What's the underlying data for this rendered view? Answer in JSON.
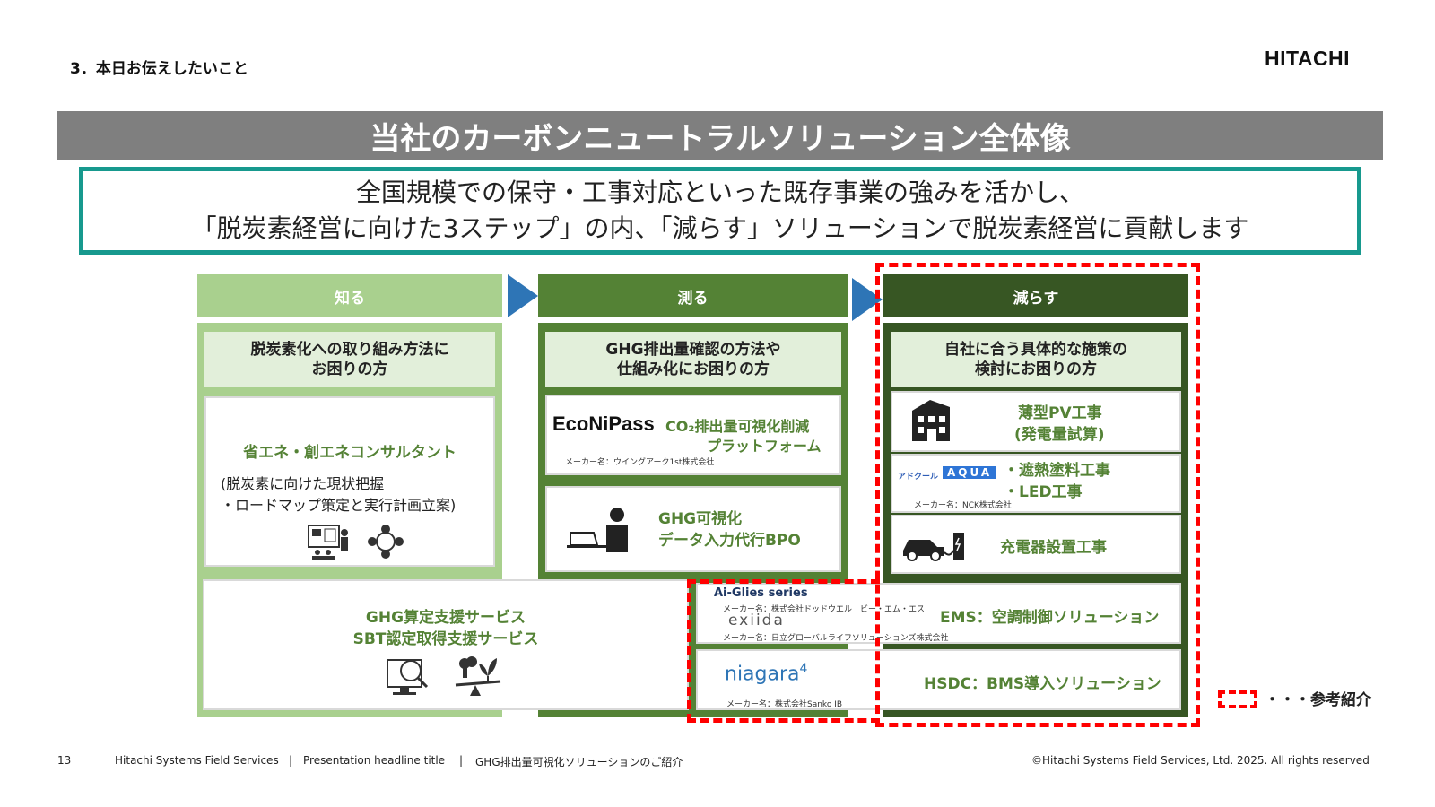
{
  "header": {
    "section": "3．本日お伝えしたいこと",
    "logo": "HITACHI"
  },
  "title": "当社のカーボンニュートラルソリューション全体像",
  "message": {
    "line1": "全国規模での保守・工事対応といった既存事業の強みを活かし、",
    "line2": "「脱炭素経営に向けた3ステップ」の内、「減らす」ソリューションで脱炭素経営に貢献します"
  },
  "columns": {
    "know": {
      "head": "知る",
      "problem1": "脱炭素化への取り組み方法に",
      "problem2": "お困りの方",
      "service_title": "省エネ・創エネコンサルタント",
      "service_desc1": "(脱炭素に向けた現状把握",
      "service_desc2": "・ロードマップ策定と実行計画立案)"
    },
    "measure": {
      "head": "測る",
      "problem1": "GHG排出量確認の方法や",
      "problem2": "仕組み化にお困りの方",
      "econipass_logo": "EcoNiPass",
      "econipass_desc1": "CO₂排出量可視化削減",
      "econipass_desc2": "プラットフォーム",
      "econipass_maker": "メーカー名：ウイングアーク1st株式会社",
      "bpo1": "GHG可視化",
      "bpo2": "データ入力代行BPO"
    },
    "reduce": {
      "head": "減らす",
      "problem1": "自社に合う具体的な施策の",
      "problem2": "検討にお困りの方",
      "pv1": "薄型PV工事",
      "pv2": "(発電量試算)",
      "aqua_logo": "AQUA",
      "aqua_prefix": "アドクール",
      "coat1": "・遮熱塗料工事",
      "coat2": "・LED工事",
      "aqua_maker": "メーカー名：NCK株式会社",
      "charger": "充電器設置工事"
    }
  },
  "ghg": {
    "line1": "GHG算定支援サービス",
    "line2": "SBT認定取得支援サービス"
  },
  "ems": {
    "aiglies": "Ai-Glies series",
    "aiglies_maker": "メーカー名：株式会社ドッドウエル　ビー・エム・エス",
    "exiida": "exiida",
    "exiida_maker": "メーカー名：日立グローバルライフソリューションズ株式会社",
    "label": "EMS：空調制御ソリューション"
  },
  "hsdc": {
    "niagara": "niagara",
    "niagara_sup": "4",
    "niagara_maker": "メーカー名：株式会社Sanko IB",
    "label": "HSDC：BMS導入ソリューション"
  },
  "legend": "・・・参考紹介",
  "footer": {
    "page": "13",
    "company": "Hitachi Systems Field Services",
    "sep1": "|",
    "headline": "Presentation headline title",
    "sep2": "|",
    "topic": "GHG排出量可視化ソリューションのご紹介",
    "copyright": "©Hitachi Systems Field Services, Ltd. 2025. All rights reserved"
  },
  "colors": {
    "light_green": "#a9d08e",
    "mid_green": "#548235",
    "dark_green": "#375623",
    "teal": "#17998e",
    "arrow_blue": "#2e75b6",
    "title_gray": "#7f7f7f",
    "dash_red": "#ff0000"
  }
}
